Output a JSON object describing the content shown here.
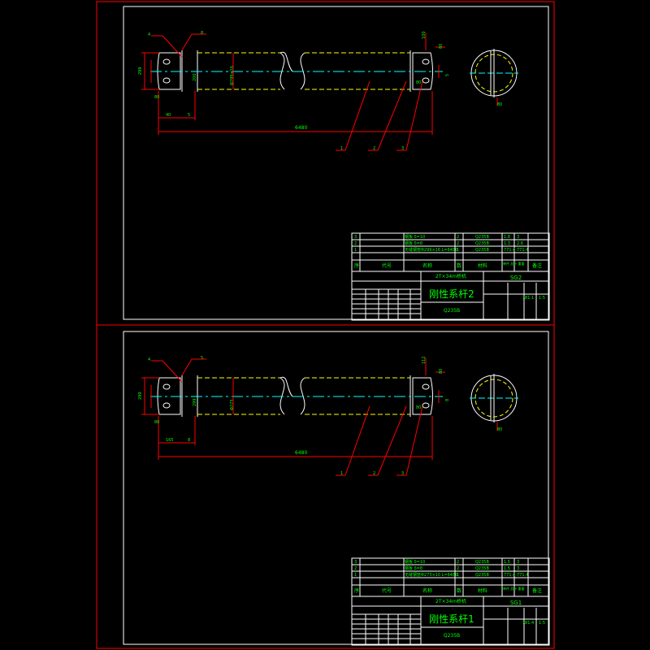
{
  "sheets": [
    {
      "id": "sheet-2",
      "callouts": {
        "c1": "4",
        "c2": "8"
      },
      "dims": {
        "total_length": "6480",
        "left_offset": "40",
        "tube_dia": "Φ299×16",
        "end_h": "299",
        "end_w": "200",
        "side_1": "5",
        "side_2": "100",
        "hole": "80"
      },
      "leaders": [
        "1",
        "2",
        "3"
      ],
      "bom": {
        "rows": [
          {
            "no": "3",
            "spec": "钢板 δ=10",
            "qty": "2",
            "mat": "Q235B",
            "w1": "1.8",
            "w2": "3"
          },
          {
            "no": "2",
            "spec": "钢板 δ=8",
            "qty": "2",
            "mat": "Q235B",
            "w1": "1.3",
            "w2": "2.6"
          },
          {
            "no": "1",
            "spec": "无缝钢管Φ299×16 L=6480",
            "qty": "1",
            "mat": "Q235B",
            "w1": "771.4",
            "w2": "771.4"
          }
        ],
        "header": {
          "no": "序",
          "code": "代号",
          "name": "名称",
          "qty": "数",
          "mat": "材料",
          "weight": "单件 总计 重量",
          "note": "备注"
        }
      },
      "title_block": {
        "sub": "2T×34m桥机",
        "title": "刚性系杆2",
        "material": "Q235B",
        "code": "SG2",
        "weight": "781.1",
        "scale": "1:5"
      }
    },
    {
      "id": "sheet-1",
      "callouts": {
        "c1": "4",
        "c2": "5"
      },
      "dims": {
        "total_length": "6480",
        "left_offset": "165",
        "tube_dia": "Φ273",
        "end_h": "299",
        "end_w": "299",
        "side_1": "8",
        "side_2": "112",
        "hole": "80"
      },
      "leaders": [
        "1",
        "2",
        "3"
      ],
      "bom": {
        "rows": [
          {
            "no": "3",
            "spec": "钢板 δ=10",
            "qty": "2",
            "mat": "Q235B",
            "w1": "1.5",
            "w2": "3"
          },
          {
            "no": "2",
            "spec": "钢板 δ=8",
            "qty": "2",
            "mat": "Q235B",
            "w1": "1.5",
            "w2": "3"
          },
          {
            "no": "1",
            "spec": "无缝钢管Φ273×10 L=6480",
            "qty": "1",
            "mat": "Q235B",
            "w1": "771.4",
            "w2": "771.4"
          }
        ],
        "header": {
          "no": "序",
          "code": "代号",
          "name": "名称",
          "qty": "数",
          "mat": "材料",
          "weight": "单件 总计 重量",
          "note": "备注"
        }
      },
      "title_block": {
        "sub": "2T×34m桥机",
        "title": "刚性系杆1",
        "material": "Q235B",
        "code": "SG1",
        "weight": "781.4",
        "scale": "1:5"
      }
    }
  ],
  "colors": {
    "frame": "#ff0000",
    "outline": "#ffffff",
    "centerline": "#00ffff",
    "hidden": "#ffff00",
    "text": "#00ff00",
    "leader": "#ff0000"
  }
}
